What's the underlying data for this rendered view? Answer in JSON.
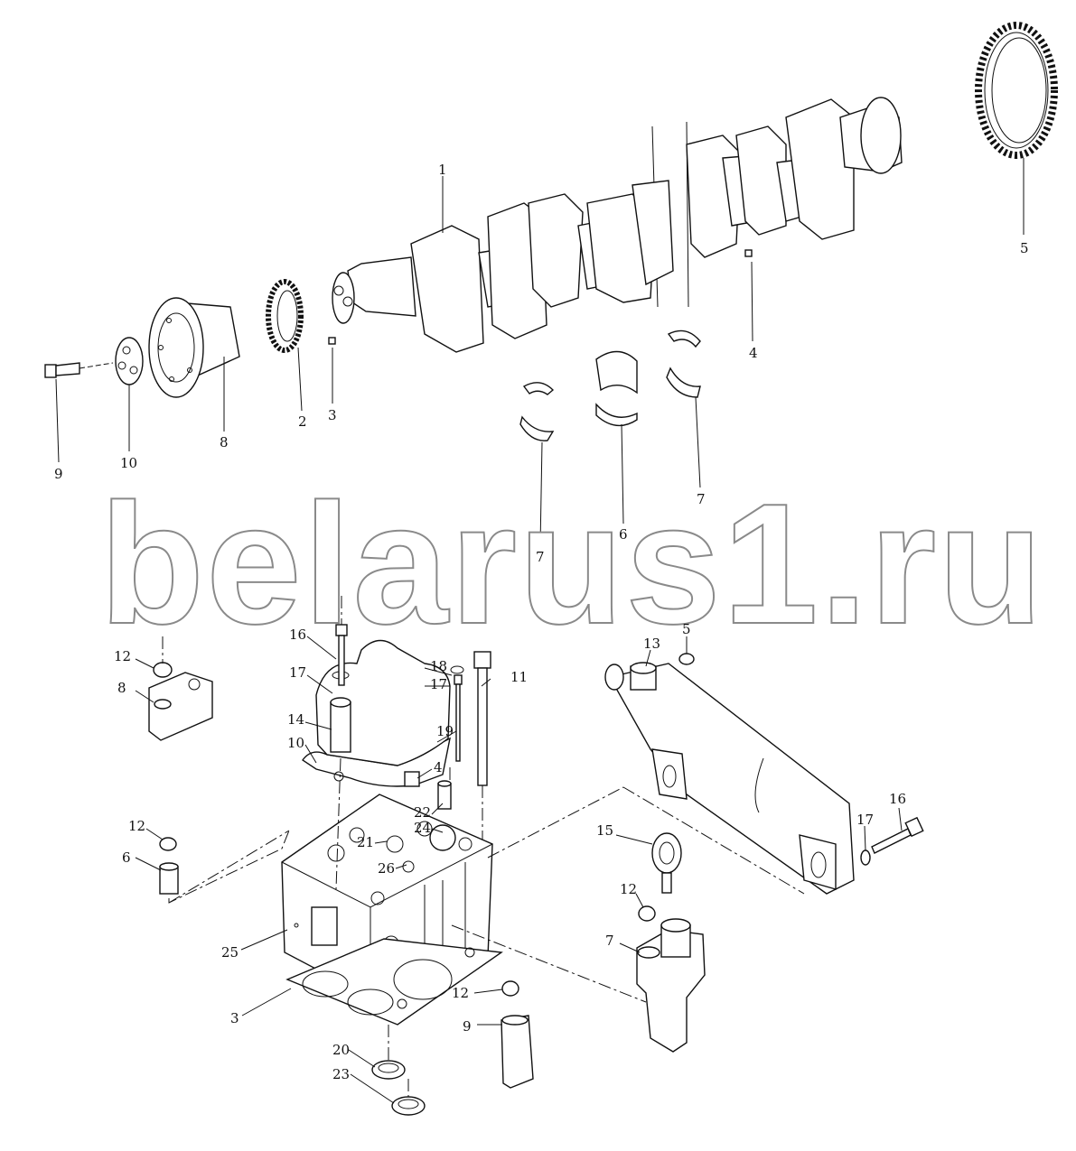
{
  "watermark": "belarus1.ru",
  "callouts": {
    "c1": "1",
    "c2": "2",
    "c3": "3",
    "c4": "4",
    "c5": "5",
    "c6": "6",
    "c7a": "7",
    "c7b": "7",
    "c8": "8",
    "c9": "9",
    "c10": "10",
    "h16a": "16",
    "h17a": "17",
    "h18": "18",
    "h17b": "17",
    "h11": "11",
    "h14": "14",
    "h10": "10",
    "h19": "19",
    "h4": "4",
    "h22": "22",
    "h24": "24",
    "h21": "21",
    "h26": "26",
    "h12a": "12",
    "h8": "8",
    "h12b": "12",
    "h6": "6",
    "h25": "25",
    "h3": "3",
    "h12c": "12",
    "h9": "9",
    "h20": "20",
    "h23": "23",
    "h13": "13",
    "h5": "5",
    "h15": "15",
    "h12d": "12",
    "h7": "7",
    "h17c": "17",
    "h16b": "16"
  }
}
